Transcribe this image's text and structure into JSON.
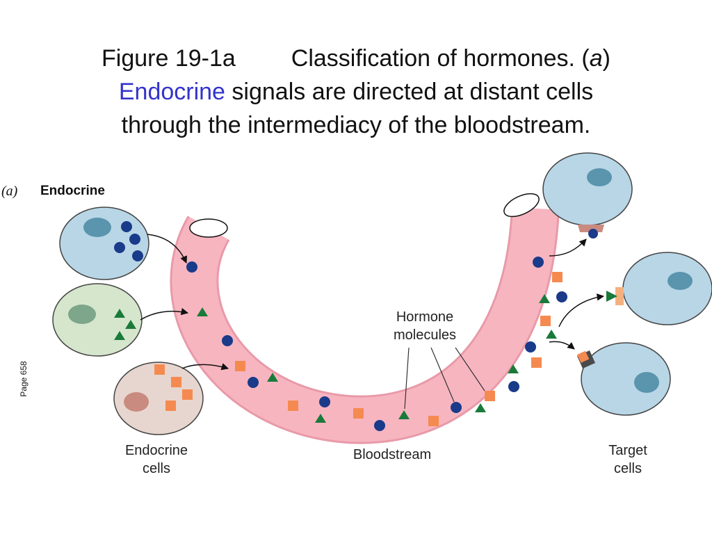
{
  "caption": {
    "figure_label": "Figure 19-1a",
    "title_start": "Classification of hormones. (",
    "title_italic": "a",
    "title_close": ")",
    "highlight_word": "Endocrine",
    "line2_rest": " signals are directed at distant cells",
    "line3": "through the intermediacy of the bloodstream."
  },
  "page_number": "Page 658",
  "diagram": {
    "panel_letter": "(a)",
    "panel_title": "Endocrine",
    "label_hormone_line1": "Hormone",
    "label_hormone_line2": "molecules",
    "label_bloodstream": "Bloodstream",
    "label_endocrine_line1": "Endocrine",
    "label_endocrine_line2": "cells",
    "label_target_line1": "Target",
    "label_target_line2": "cells"
  },
  "colors": {
    "vessel": "#f7b5c0",
    "vessel_edge": "#e89aa8",
    "cell_blue": "#b8d6e6",
    "cell_green": "#d5e6cc",
    "cell_tan": "#e6d6cf",
    "hormone_circle": "#1a3a8a",
    "hormone_triangle": "#1a7a3a",
    "hormone_square": "#f58a50",
    "highlight_text": "#3333cc"
  }
}
